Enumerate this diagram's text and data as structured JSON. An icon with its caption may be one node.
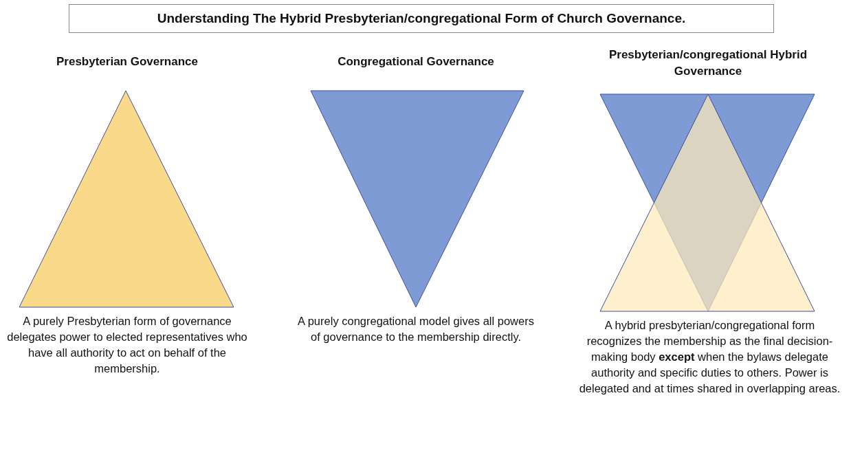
{
  "diagram": {
    "title": "Understanding The Hybrid Presbyterian/congregational Form of Church Governance.",
    "nodes": [
      {
        "text": [
          "Presbyterian Governance",
          "A purely Presbyterian form of governance delegates power to elected representatives who have all authority to act on behalf of the membership."
        ]
      },
      {
        "text": [
          "Congregational Governance",
          "A purely congregational model gives all powers of governance to the membership directly."
        ]
      },
      {
        "text": [
          "Presbyterian/congregational Hybrid Governance",
          "A hybrid presbyterian/congregational form recognizes the membership as the final decision-making body **except** when the bylaws delegate authority and specific duties to others.  Power is delegated and at times shared in overlapping areas."
        ]
      }
    ]
  }
}
